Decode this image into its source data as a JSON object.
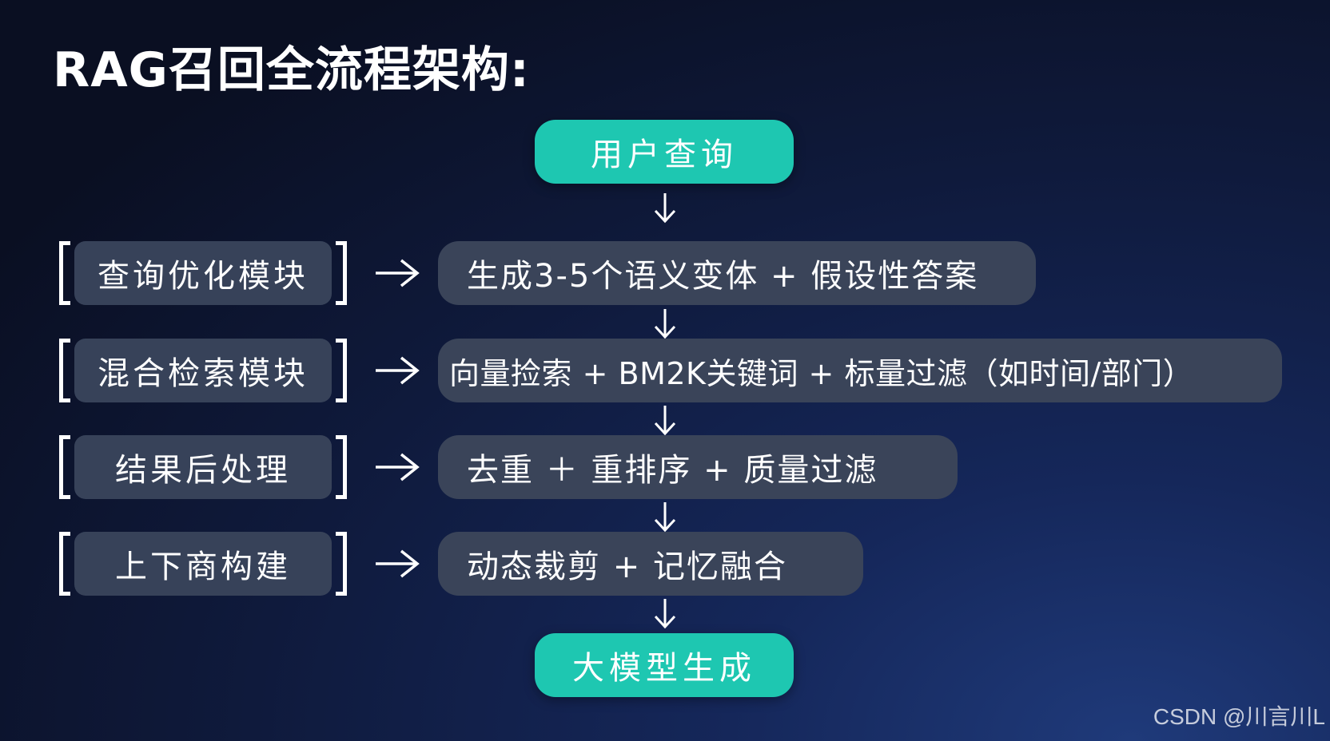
{
  "title": "RAG召回全流程架构:",
  "start_node": "用户查询",
  "end_node": "大模型生成",
  "rows": [
    {
      "module": "查询优化模块",
      "description": "生成3-5个语义变体 + 假设性答案"
    },
    {
      "module": "混合检索模块",
      "description": "向量捡索 + BM2K关键词 + 标量过滤（如时间/部门）"
    },
    {
      "module": "结果后处理",
      "description": "去重 ＋ 重排序 + 质量过滤"
    },
    {
      "module": "上下商构建",
      "description": "动态裁剪 + 记忆融合"
    }
  ],
  "watermark": "CSDN @川言川L",
  "colors": {
    "accent": "#1ec7b1",
    "box": "#3a4459",
    "bracket": "#ffffff"
  }
}
